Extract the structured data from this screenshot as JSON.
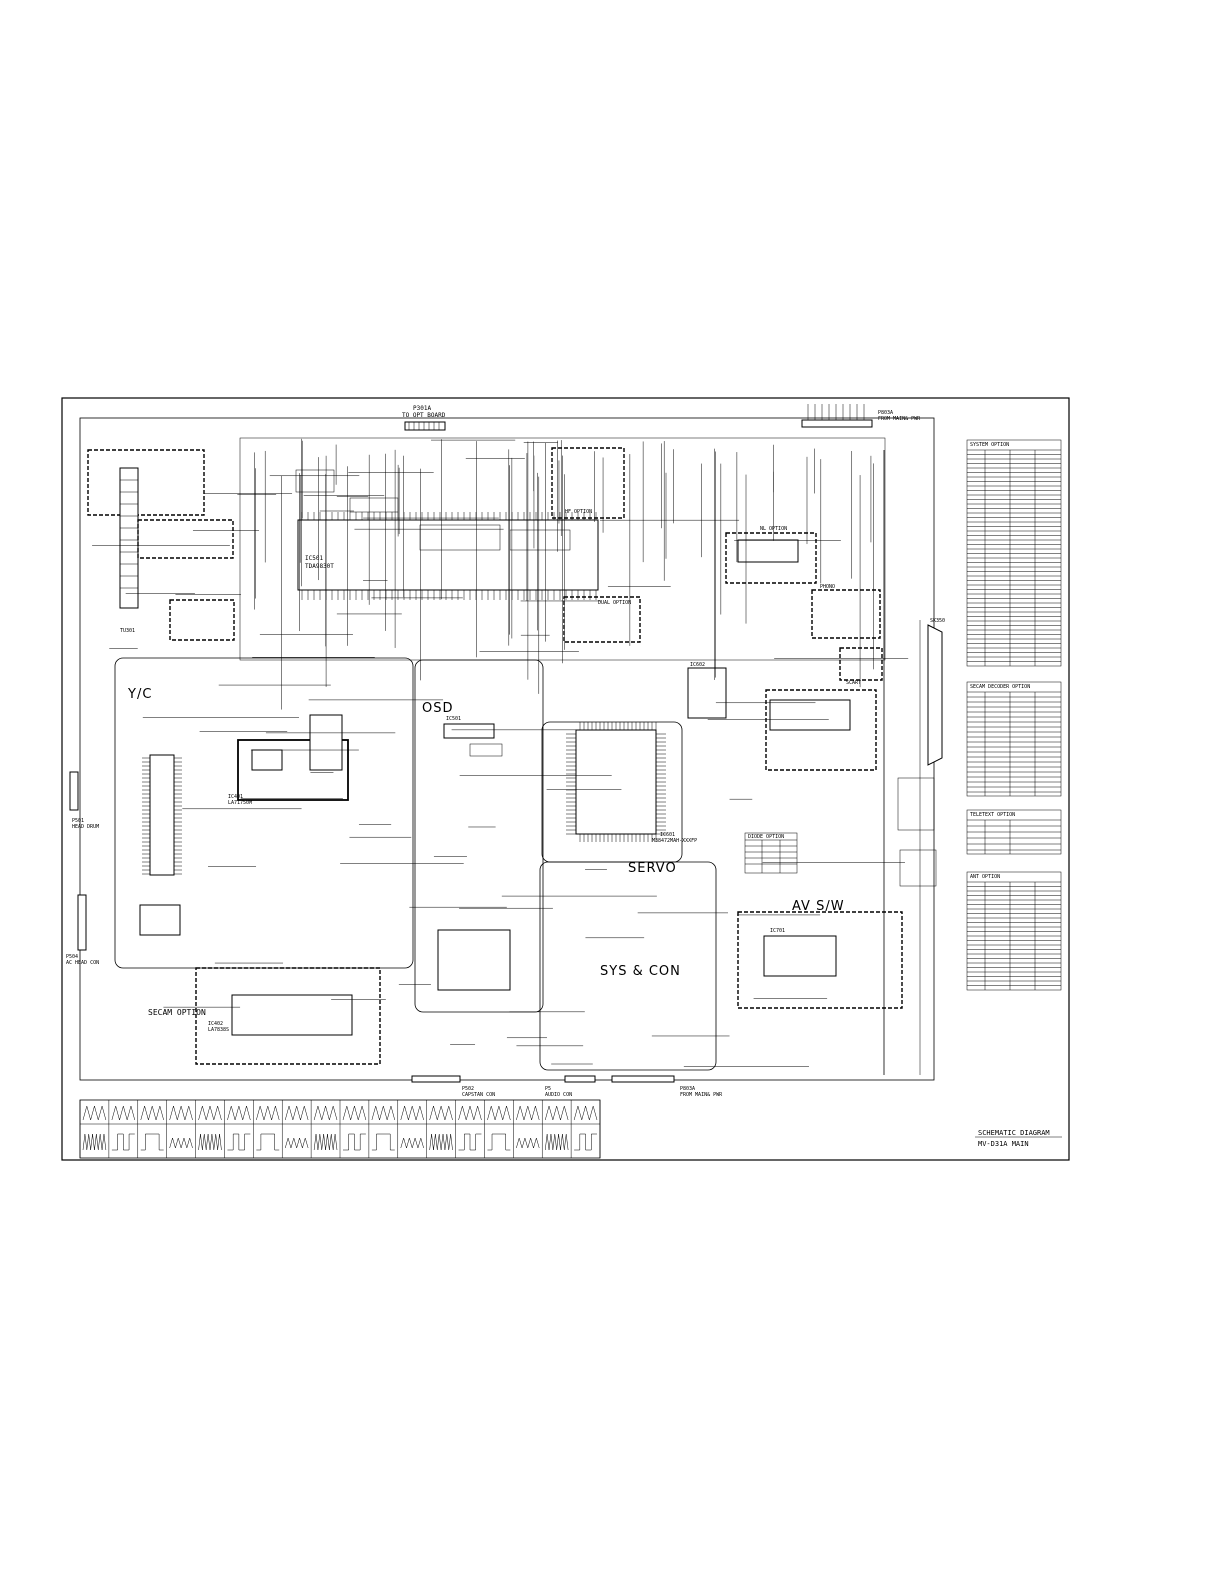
{
  "sections": {
    "yc": "Y/C",
    "osd": "OSD",
    "servo": "SERVO",
    "sys_con": "SYS & CON",
    "av_sw": "AV S/W",
    "secam_option": "SECAM OPTION"
  },
  "connectors": {
    "top_left": {
      "ref": "P301A",
      "desc": "TO OPT BOARD"
    },
    "top_right": {
      "ref": "P803A",
      "desc": "FROM MAIN& PWR"
    },
    "bottom_left": {
      "ref": "P502",
      "desc": "CAPSTAN CON"
    },
    "bottom_mid": {
      "ref": "P5",
      "desc": "AUDIO CON"
    },
    "bottom_right": {
      "ref": "P803A",
      "desc": "FROM MAIN& PWR"
    },
    "left_1": {
      "ref": "P501",
      "desc": "HEAD DRUM"
    },
    "left_2": {
      "ref": "P504",
      "desc": "AC HEAD CON"
    },
    "scart": {
      "ref": "SK350"
    },
    "tuner": {
      "ref": "TU301"
    }
  },
  "ics": {
    "if": {
      "ref": "IC501",
      "part": "TDA9830T"
    },
    "yc": {
      "ref": "IC401",
      "part": "LA71750M"
    },
    "osd": {
      "ref": "IC501"
    },
    "mcu": {
      "ref": "IC601",
      "part": "M38472MAH-XXXFP"
    },
    "secam": {
      "ref": "IC402",
      "part": "LA7838S"
    },
    "av": {
      "ref": "IC701"
    },
    "eeprom": {
      "ref": "IC602"
    }
  },
  "option_blocks": {
    "hf": "HF OPTION",
    "nl": "NL OPTION",
    "dual": "DUAL OPTION",
    "phono": "PHONO",
    "scart": "SCART"
  },
  "tables": {
    "system_option": {
      "title": "SYSTEM OPTION"
    },
    "secam_decoder_option": {
      "title": "SECAM DECODER OPTION"
    },
    "teletext_option": {
      "title": "TELETEXT OPTION"
    },
    "ant_option": {
      "title": "ANT OPTION"
    },
    "diode_option": {
      "title": "DIODE OPTION"
    }
  },
  "title_block": {
    "title": "SCHEMATIC DIAGRAM",
    "model": "MV-D31A MAIN"
  }
}
